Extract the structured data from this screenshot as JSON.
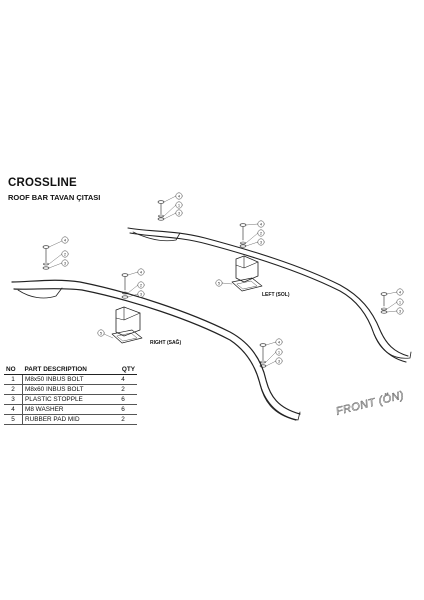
{
  "header": {
    "title": "CROSSLINE",
    "subtitle": "ROOF BAR TAVAN ÇITASI"
  },
  "labels": {
    "left": "LEFT (SOL)",
    "right": "RIGHT (SAĞ)",
    "front": "FRONT (ÖN)"
  },
  "parts_table": {
    "headers": {
      "no": "NO",
      "desc": "PART DESCRIPTION",
      "qty": "QTY"
    },
    "rows": [
      {
        "no": "1",
        "desc": "M8x50 INBUS BOLT",
        "qty": "4"
      },
      {
        "no": "2",
        "desc": "M8x60 INBUS BOLT",
        "qty": "2"
      },
      {
        "no": "3",
        "desc": "PLASTIC STOPPLE",
        "qty": "6"
      },
      {
        "no": "4",
        "desc": "M8 WASHER",
        "qty": "6"
      },
      {
        "no": "5",
        "desc": "RUBBER PAD MID",
        "qty": "2"
      }
    ]
  },
  "callouts": {
    "c1": "1",
    "c2": "2",
    "c3": "3",
    "c4": "4",
    "c5": "5"
  },
  "colors": {
    "line": "#222222",
    "background": "#ffffff"
  }
}
